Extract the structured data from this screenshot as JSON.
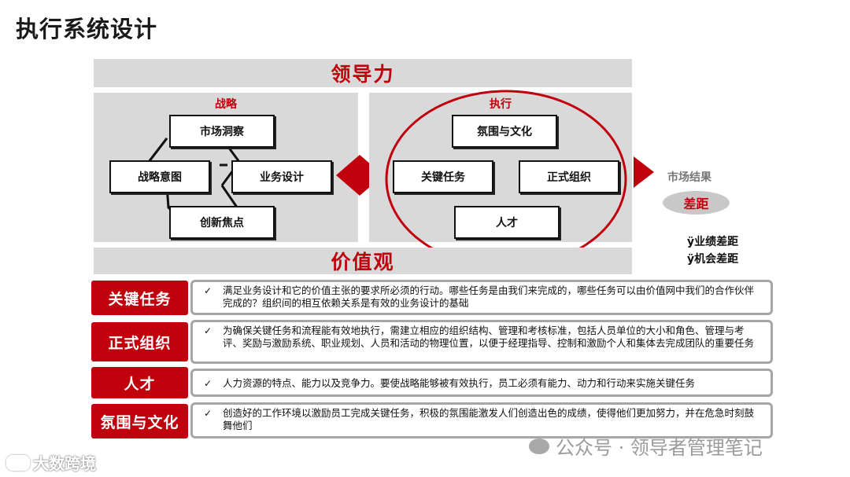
{
  "title": "执行系统设计",
  "framework": {
    "top_band": "领导力",
    "bottom_band": "价值观",
    "strategy": {
      "title": "战略",
      "nodes": {
        "top": "市场洞察",
        "left": "战略意图",
        "right": "业务设计",
        "bottom": "创新焦点"
      }
    },
    "execution": {
      "title": "执行",
      "nodes": {
        "top": "氛围与文化",
        "left": "关键任务",
        "right": "正式组织",
        "bottom": "人才"
      }
    }
  },
  "results": {
    "label": "市场结果",
    "badge": "差距",
    "items": [
      "ÿ业绩差距",
      "ÿ机会差距"
    ]
  },
  "descriptions": [
    {
      "label": "关键任务",
      "check": "✓",
      "text": "满足业务设计和它的价值主张的要求所必须的行动。哪些任务是由我们来完成的，哪些任务可以由价值网中我们的合作伙伴完成的？组织间的相互依赖关系是有效的业务设计的基础"
    },
    {
      "label": "正式组织",
      "check": "✓",
      "text": "为确保关键任务和流程能有效地执行，需建立相应的组织结构、管理和考核标准，包括人员单位的大小和角色、管理与考评、奖励与激励系统、职业规划、人员和活动的物理位置，以便于经理指导、控制和激励个人和集体去完成团队的重要任务"
    },
    {
      "label": "人才",
      "check": "✓",
      "text": "人力资源的特点、能力以及竞争力。要使战略能够被有效执行，员工必须有能力、动力和行动来实施关键任务"
    },
    {
      "label": "氛围与文化",
      "check": "✓",
      "text": "创造好的工作环境以激励员工完成关键任务，积极的氛围能激发人们创造出色的成绩，使得他们更加努力，并在危急时刻鼓舞他们"
    }
  ],
  "watermarks": {
    "account": "公众号 · 领导者管理笔记",
    "logo": "大数跨境"
  },
  "colors": {
    "accent": "#c0000c",
    "band": "#d9d9d9",
    "border": "#a6a6a6"
  }
}
